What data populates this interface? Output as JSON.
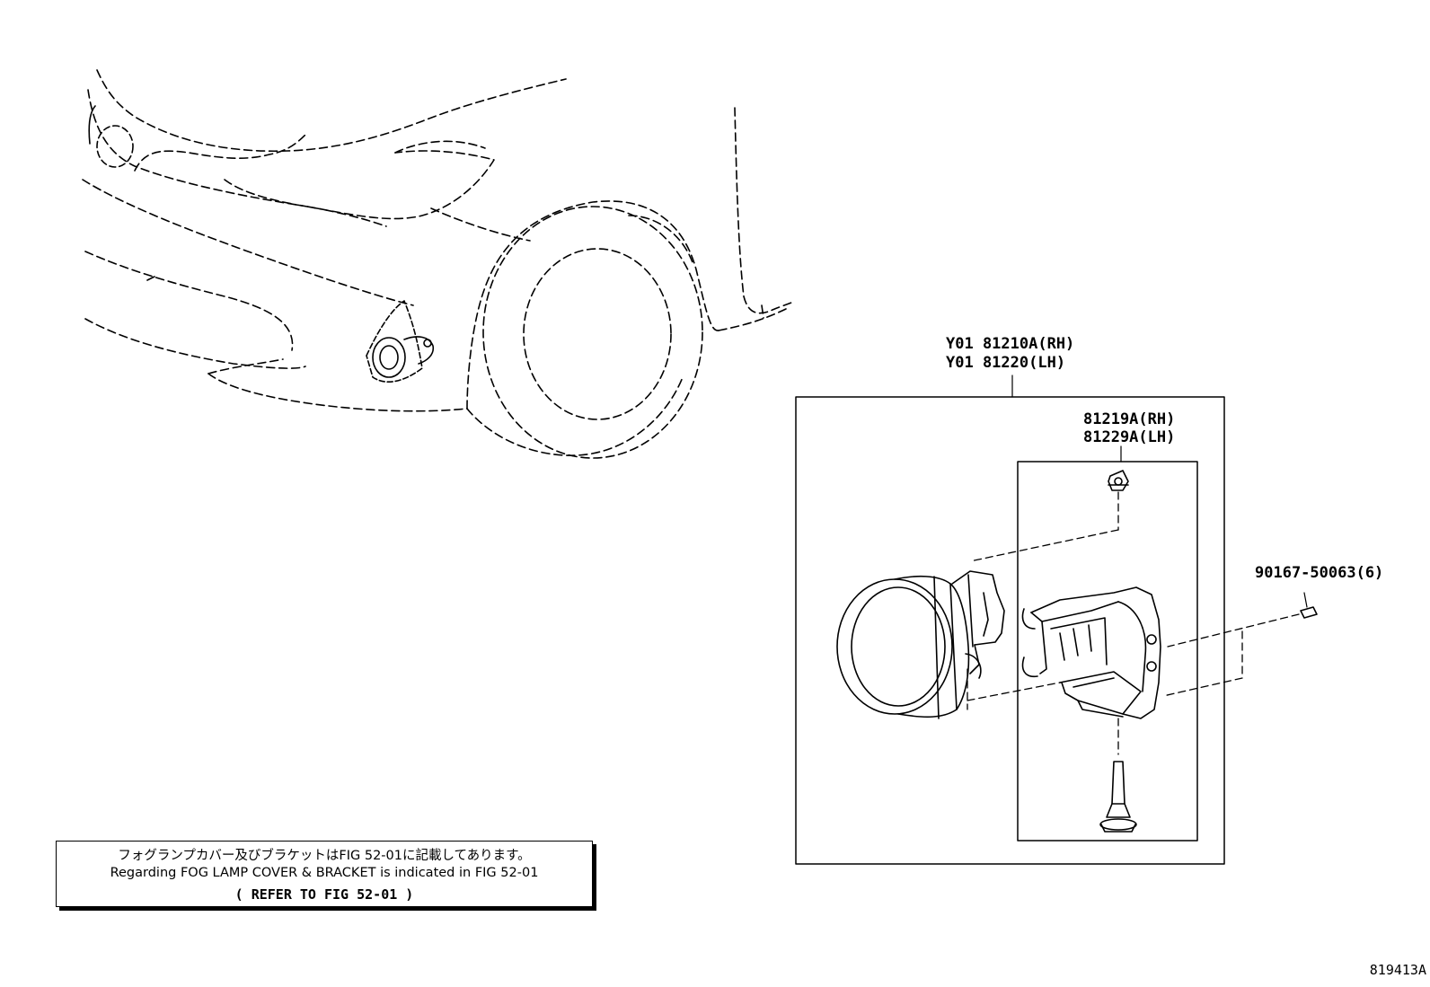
{
  "labels": {
    "assembly_rh": "Y01 81210A(RH)",
    "assembly_lh": "Y01 81220(LH)",
    "bracket_rh": "81219A(RH)",
    "bracket_lh": "81229A(LH)",
    "screw": "90167-50063(6)"
  },
  "note": {
    "japanese": "フォグランプカバー及びブラケットはFIG 52-01に記載してあります。",
    "english": "Regarding FOG LAMP COVER & BRACKET is indicated in FIG 52-01",
    "reference": "(   REFER TO FIG 52-01   )"
  },
  "figure_id": "819413A"
}
